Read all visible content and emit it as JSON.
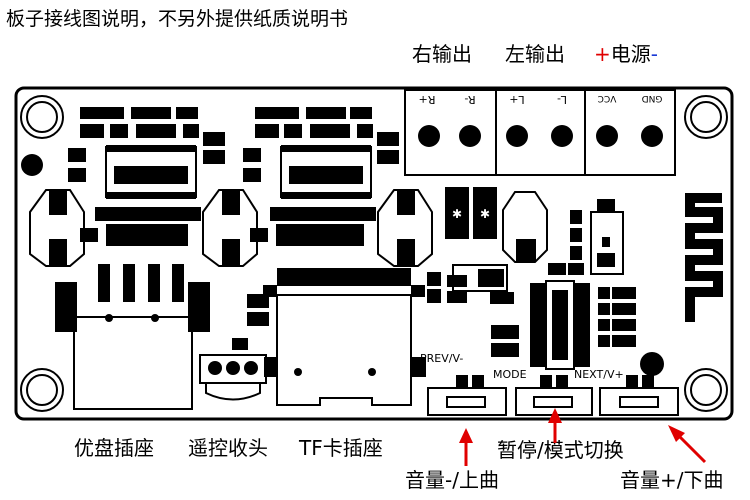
{
  "title": "板子接线图说明，不另外提供纸质说明书",
  "outputs": {
    "right": "右输出",
    "left": "左输出",
    "power_plus": "+",
    "power_text": "电源",
    "power_minus": "-"
  },
  "terminal_pins": [
    "R+",
    "R-",
    "L+",
    "L-",
    "VCC",
    "GND"
  ],
  "buttons": {
    "prev": "PREV/V-",
    "mode": "MODE",
    "next": "NEXT/V+"
  },
  "bottom_labels": {
    "usb": "优盘插座",
    "ir": "遥控收头",
    "tf": "TF卡插座",
    "pause": "暂停/模式切换",
    "vol_down": "音量-/上曲",
    "vol_up": "音量+/下曲"
  },
  "colors": {
    "board_outline": "#000000",
    "accent_red": "#e00000",
    "accent_blue": "#1a3ad6"
  }
}
